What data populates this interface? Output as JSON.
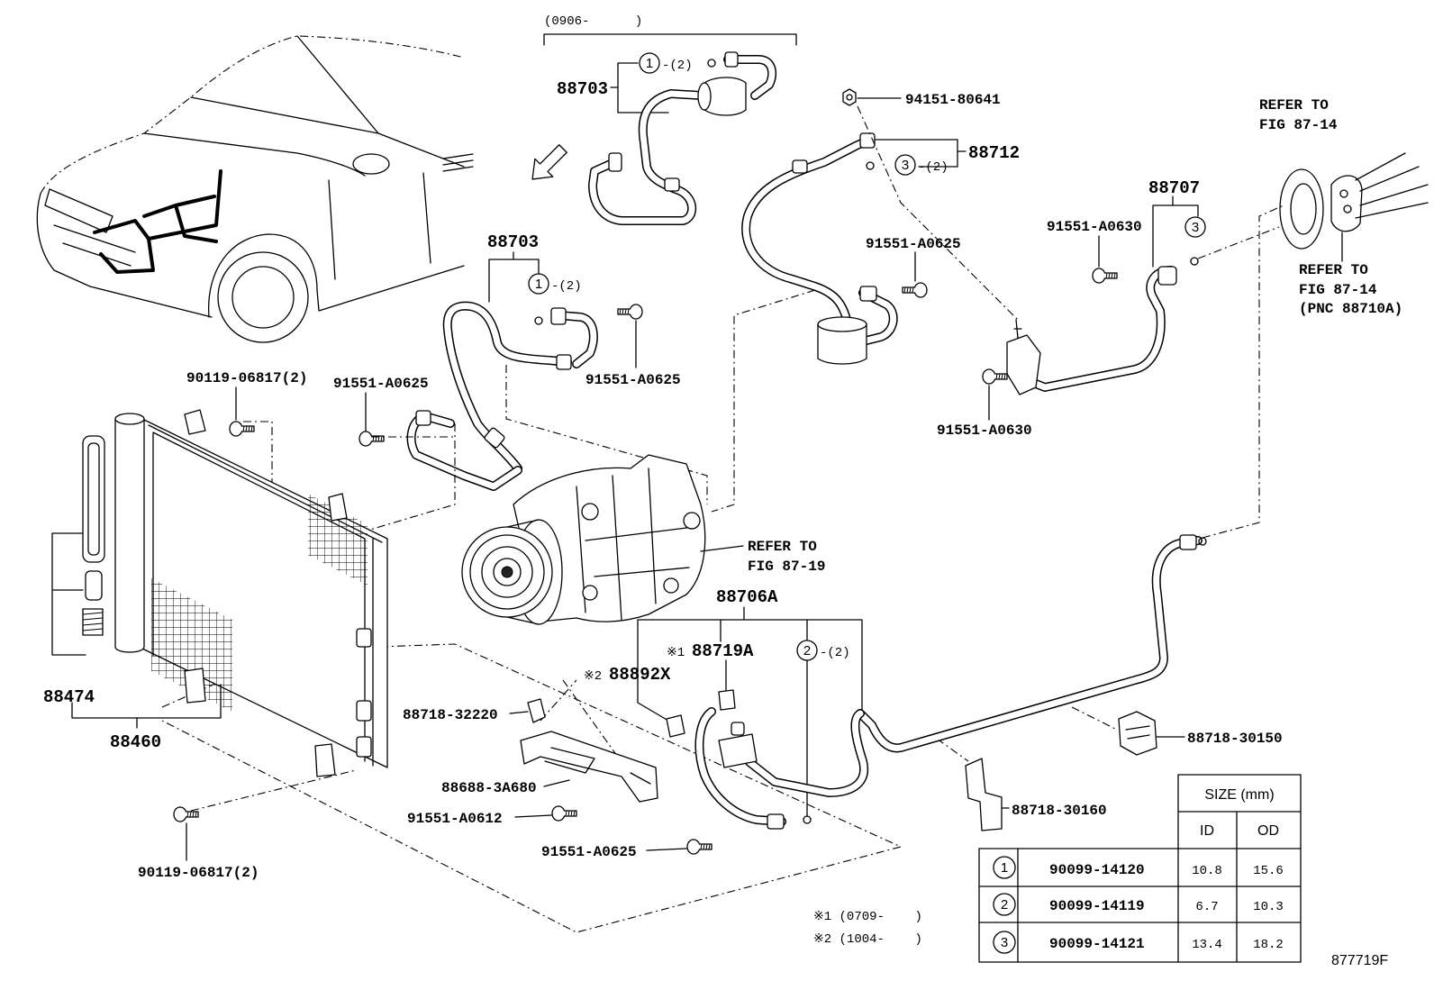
{
  "effective_range": "(0906-      )",
  "drawing_code": "877719F",
  "circle_marks": {
    "one": "1",
    "two": "2",
    "three": "3"
  },
  "labels": {
    "hose_88703_top": "88703",
    "gasket1_qty_top": "-(2)",
    "nut_94151_80641": "94151-80641",
    "hose_88712": "88712",
    "gasket3_qty_88712": "-(2)",
    "refer_top_line1": "REFER TO",
    "refer_top_line2": "FIG 87-14",
    "tube_88707": "88707",
    "bolt_91551_a0630_top": "91551-A0630",
    "refer_right_line1": "REFER TO",
    "refer_right_line2": "FIG 87-14",
    "refer_right_line3": "(PNC 88710A)",
    "hose_88703_mid": "88703",
    "gasket1_qty_mid": "-(2)",
    "bolt_91551_a0625_88712": "91551-A0625",
    "bolt_91551_a0625_mid": "91551-A0625",
    "bolt_90119_06817_top": "90119-06817(2)",
    "bolt_91551_a0625_left": "91551-A0625",
    "bolt_91551_a0630_bottom": "91551-A0630",
    "refer_comp_line1": "REFER TO",
    "refer_comp_line2": "FIG 87-19",
    "tube_88706a": "88706A",
    "note1_mark": "※1",
    "part_88719a": "88719A",
    "gasket2_qty": "-(2)",
    "note2_mark": "※2",
    "part_88892x": "88892X",
    "part_88474": "88474",
    "clamp_88718_32220": "88718-32220",
    "condenser_88460": "88460",
    "clamp_88718_30150": "88718-30150",
    "bracket_88688_3a680": "88688-3A680",
    "clamp_88718_30160": "88718-30160",
    "bolt_91551_a0612": "91551-A0612",
    "bolt_91551_a0625_bottom": "91551-A0625",
    "bolt_90119_06817_bottom": "90119-06817(2)"
  },
  "notes": [
    {
      "text": "※1 (0709-    )"
    },
    {
      "text": "※2 (1004-    )"
    }
  ],
  "size_table": {
    "header": "SIZE (mm)",
    "col_id": "ID",
    "col_od": "OD",
    "rows": [
      {
        "mark": "1",
        "part": "90099-14120",
        "id": "10.8",
        "od": "15.6"
      },
      {
        "mark": "2",
        "part": "90099-14119",
        "id": "6.7",
        "od": "10.3"
      },
      {
        "mark": "3",
        "part": "90099-14121",
        "id": "13.4",
        "od": "18.2"
      }
    ]
  }
}
